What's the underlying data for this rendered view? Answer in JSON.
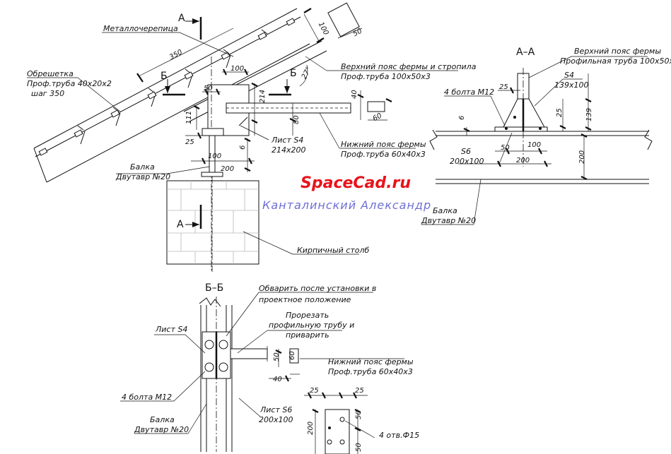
{
  "watermark": {
    "site": "SpaceCad.ru",
    "author": "Канталинский Александр",
    "site_color": "#e8131b",
    "author_color": "#6f6fd6"
  },
  "main_view": {
    "roofing_label": "Металлочерепица",
    "batten_label": [
      "Обрешетка",
      "Проф.труба 40х20х2",
      "шаг 350"
    ],
    "top_chord_label": [
      "Верхний пояс фермы и стропила",
      "Проф.труба 100х50х3"
    ],
    "bottom_chord_label": [
      "Нижний пояс фермы",
      "Проф.труба 60х40х3"
    ],
    "plate_label": [
      "Лист S4",
      "214х200"
    ],
    "beam_label": [
      "Балка",
      "Двутавр №20"
    ],
    "pillar_label": "Кирпичный столб",
    "section_mark_a": "А",
    "section_mark_b": "Б",
    "angle": "27°",
    "dims": {
      "d350": "350",
      "d100": "100",
      "d100b": "100",
      "d50": "50",
      "d50b": "50",
      "d214": "214",
      "d111": "111",
      "d25": "25",
      "d6": "6",
      "d80": "80",
      "d200": "200",
      "d40": "40",
      "d60": "60"
    }
  },
  "section_aa": {
    "title": "А–А",
    "top_chord_label": [
      "Верхний пояс фермы",
      "Профильная труба 100х50х3"
    ],
    "plate_s4": [
      "S4",
      "139х100"
    ],
    "bolts_label": "4 болта М12",
    "plate_s6": [
      "S6",
      "200х100"
    ],
    "beam_label": [
      "Балка",
      "Двутавр №20"
    ],
    "dims": {
      "d25": "25",
      "d25b": "25",
      "d6": "6",
      "d139": "139",
      "d50": "50",
      "d100": "100",
      "d200": "200",
      "d200v": "200"
    }
  },
  "section_bb": {
    "title": "Б–Б",
    "weld_note": [
      "Обварить после установки в",
      "проектное положение"
    ],
    "cut_note": [
      "Прорезать",
      "профильную трубу и",
      "приварить"
    ],
    "sheet_s4": "Лист S4",
    "bottom_chord_label": [
      "Нижний пояс фермы",
      "Проф.труба 60х40х3"
    ],
    "bolts_label": "4 болта М12",
    "sheet_s6": [
      "Лист S6",
      "200х100"
    ],
    "beam_label": [
      "Балка",
      "Двутавр №20"
    ],
    "holes_label": "4 отв.Ф15",
    "dims": {
      "d50": "50",
      "d40": "40",
      "d60": "60",
      "d25": "25",
      "d25b": "25",
      "d200": "200",
      "d50v": "50",
      "d50v2": "50"
    }
  }
}
